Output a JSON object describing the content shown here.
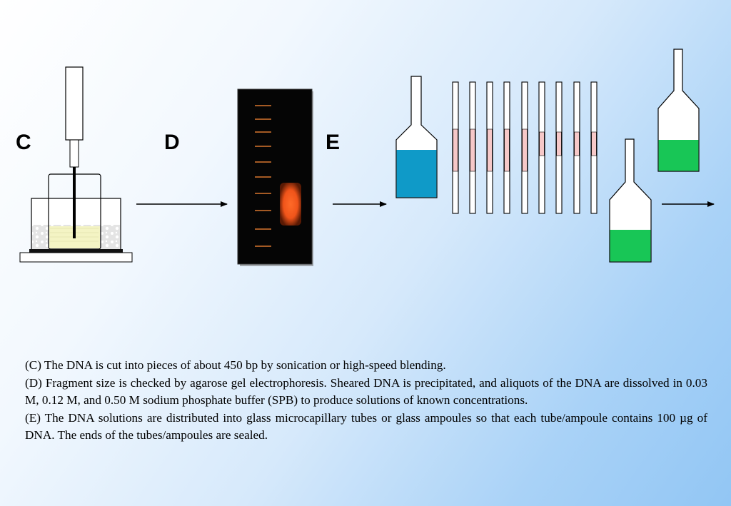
{
  "labels": {
    "step_c": "C",
    "step_d": "D",
    "step_e": "E"
  },
  "captions": [
    "(C) The DNA is cut into pieces of about 450 bp by sonication or high-speed blending.",
    "(D) Fragment size is checked by agarose gel electrophoresis.  Sheared DNA is precipitated, and aliquots of the DNA are dissolved in 0.03 M, 0.12 M, and 0.50 M sodium phosphate buffer (SPB) to produce solutions of known concentrations.",
    "(E) The DNA solutions are distributed into glass microcapillary tubes or glass ampoules so that each tube/ampoule contains 100 µg of DNA.  The ends of the tubes/ampoules are sealed."
  ],
  "colors": {
    "bath_liquid": "#f4f4c4",
    "gel_background": "#050505",
    "gel_ladder": "#d9762e",
    "gel_band": "#ff5a1e",
    "blue_solution": "#0f9ac8",
    "green_solution": "#18c656",
    "tube_band": "#f6c8c8"
  },
  "icons": [
    "sonicator-icon",
    "gel-icon",
    "flask-icon",
    "capillary-tube-icon",
    "arrow-icon"
  ]
}
